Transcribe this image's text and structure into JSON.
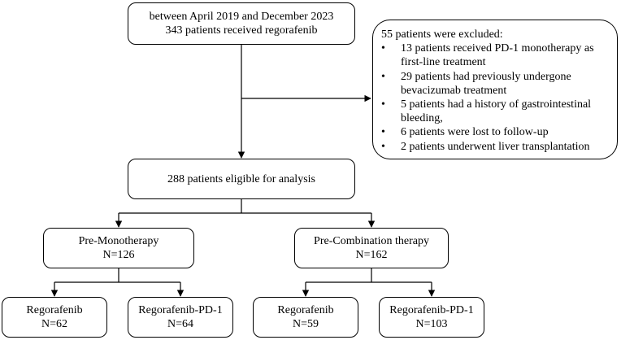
{
  "flow": {
    "source": {
      "line1": "between April 2019 and December 2023",
      "line2": "343 patients received regorafenib"
    },
    "excluded": {
      "title": "55 patients were excluded:",
      "bullet": "•",
      "items": [
        {
          "line1": "13 patients received PD-1 monotherapy as",
          "line2": "first-line treatment"
        },
        {
          "line1": "29 patients had previously undergone",
          "line2": "bevacizumab treatment"
        },
        {
          "line1": "5 patients had a history of gastrointestinal",
          "line2": "bleeding,"
        },
        {
          "line1": "6 patients were lost to follow-up",
          "line2": ""
        },
        {
          "line1": "2 patients underwent liver transplantation",
          "line2": ""
        }
      ]
    },
    "eligible": {
      "line1": "288 patients eligible for analysis"
    },
    "groups": [
      {
        "label": "Pre-Monotherapy",
        "n": "N=126",
        "arms": [
          {
            "label": "Regorafenib",
            "n": "N=62"
          },
          {
            "label": "Regorafenib-PD-1",
            "n": "N=64"
          }
        ]
      },
      {
        "label": "Pre-Combination therapy",
        "n": "N=162",
        "arms": [
          {
            "label": "Regorafenib",
            "n": "N=59"
          },
          {
            "label": "Regorafenib-PD-1",
            "n": "N=103"
          }
        ]
      }
    ]
  }
}
